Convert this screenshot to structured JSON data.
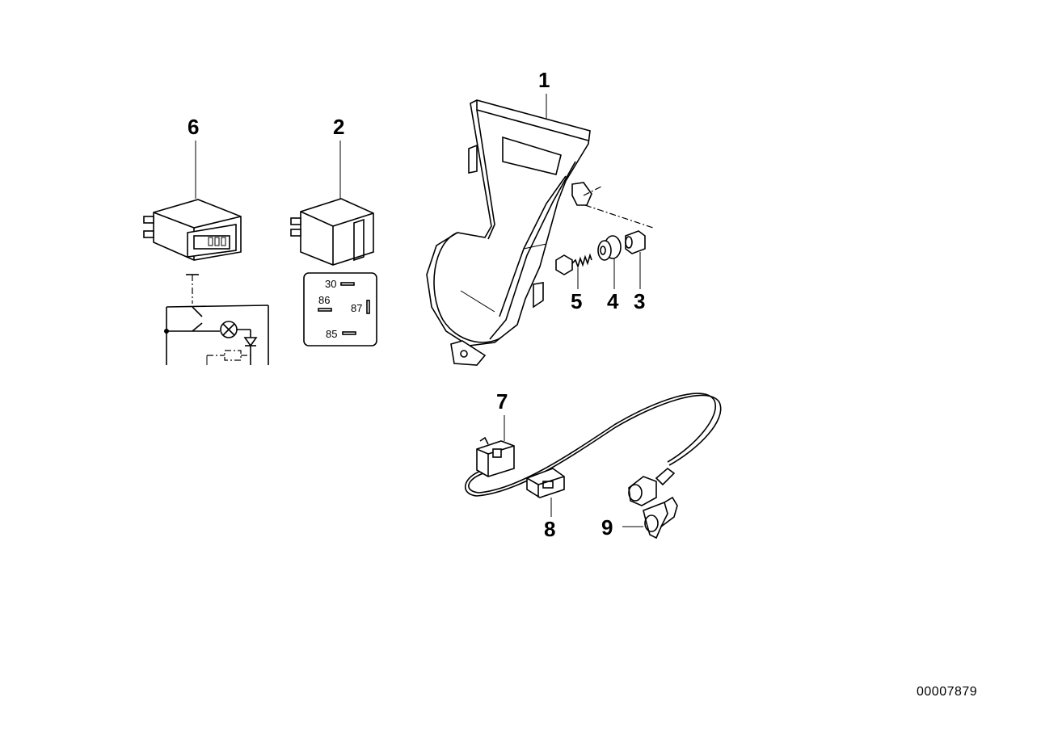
{
  "callouts": {
    "c1": "1",
    "c2": "2",
    "c3": "3",
    "c4": "4",
    "c5": "5",
    "c6": "6",
    "c7": "7",
    "c8": "8",
    "c9": "9"
  },
  "relay_pins": {
    "p30": "30",
    "p86": "86",
    "p87": "87",
    "p85": "85"
  },
  "diagram_number": "00007879"
}
